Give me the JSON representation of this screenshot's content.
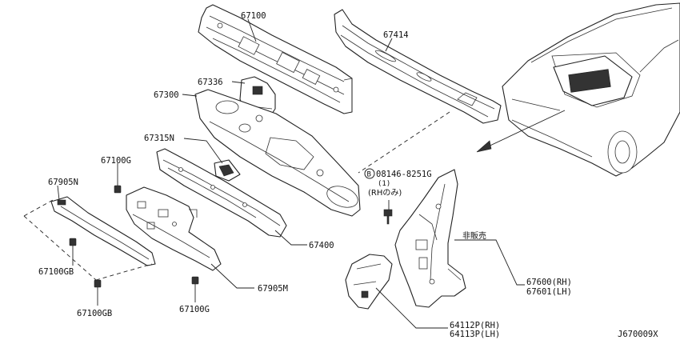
{
  "callouts": {
    "p67100": "67100",
    "p67414": "67414",
    "p67336": "67336",
    "p67300": "67300",
    "p67315N": "67315N",
    "p67100G_top": "67100G",
    "p67905N": "67905N",
    "p67100GB_a": "67100GB",
    "p67100GB_b": "67100GB",
    "p67100G_bottom": "67100G",
    "p67905M": "67905M",
    "p67400": "67400",
    "bolt_number": "08146-8251G",
    "bolt_qty": "(1)",
    "bolt_note": "(RHのみ)",
    "not_for_sale": "非販売",
    "p67600": "67600(RH)",
    "p67601": "67601(LH)",
    "p64112P": "64112P(RH)",
    "p64113P": "64113P(LH)"
  },
  "bolt_symbol": "B",
  "diagram_code": "J670009X"
}
